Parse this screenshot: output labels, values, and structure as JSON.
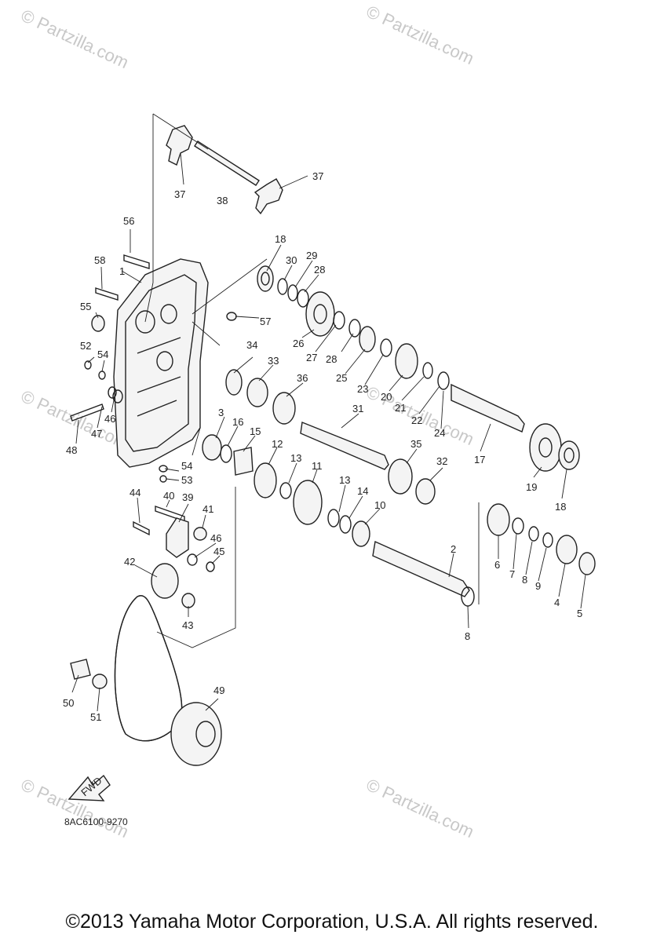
{
  "watermark": "© Partzilla.com",
  "figure_code": "8AC6100-9270",
  "fwd_label": "FWD",
  "copyright": "©2013 Yamaha Motor Corporation, U.S.A. All rights reserved.",
  "callouts": [
    {
      "id": "c1",
      "label": "1"
    },
    {
      "id": "c2",
      "label": "2"
    },
    {
      "id": "c3",
      "label": "3"
    },
    {
      "id": "c4",
      "label": "4"
    },
    {
      "id": "c5",
      "label": "5"
    },
    {
      "id": "c6",
      "label": "6"
    },
    {
      "id": "c7",
      "label": "7"
    },
    {
      "id": "c8a",
      "label": "8"
    },
    {
      "id": "c8b",
      "label": "8"
    },
    {
      "id": "c9",
      "label": "9"
    },
    {
      "id": "c10",
      "label": "10"
    },
    {
      "id": "c11",
      "label": "11"
    },
    {
      "id": "c12",
      "label": "12"
    },
    {
      "id": "c13a",
      "label": "13"
    },
    {
      "id": "c13b",
      "label": "13"
    },
    {
      "id": "c14",
      "label": "14"
    },
    {
      "id": "c15",
      "label": "15"
    },
    {
      "id": "c16",
      "label": "16"
    },
    {
      "id": "c17",
      "label": "17"
    },
    {
      "id": "c18a",
      "label": "18"
    },
    {
      "id": "c18b",
      "label": "18"
    },
    {
      "id": "c19",
      "label": "19"
    },
    {
      "id": "c20",
      "label": "20"
    },
    {
      "id": "c21",
      "label": "21"
    },
    {
      "id": "c22",
      "label": "22"
    },
    {
      "id": "c23",
      "label": "23"
    },
    {
      "id": "c24",
      "label": "24"
    },
    {
      "id": "c25",
      "label": "25"
    },
    {
      "id": "c26",
      "label": "26"
    },
    {
      "id": "c27",
      "label": "27"
    },
    {
      "id": "c28a",
      "label": "28"
    },
    {
      "id": "c28b",
      "label": "28"
    },
    {
      "id": "c29",
      "label": "29"
    },
    {
      "id": "c30",
      "label": "30"
    },
    {
      "id": "c31",
      "label": "31"
    },
    {
      "id": "c32",
      "label": "32"
    },
    {
      "id": "c33",
      "label": "33"
    },
    {
      "id": "c34",
      "label": "34"
    },
    {
      "id": "c35",
      "label": "35"
    },
    {
      "id": "c36",
      "label": "36"
    },
    {
      "id": "c37a",
      "label": "37"
    },
    {
      "id": "c37b",
      "label": "37"
    },
    {
      "id": "c38",
      "label": "38"
    },
    {
      "id": "c39",
      "label": "39"
    },
    {
      "id": "c40",
      "label": "40"
    },
    {
      "id": "c41",
      "label": "41"
    },
    {
      "id": "c42",
      "label": "42"
    },
    {
      "id": "c43",
      "label": "43"
    },
    {
      "id": "c44",
      "label": "44"
    },
    {
      "id": "c45",
      "label": "45"
    },
    {
      "id": "c46a",
      "label": "46"
    },
    {
      "id": "c46b",
      "label": "46"
    },
    {
      "id": "c47",
      "label": "47"
    },
    {
      "id": "c48",
      "label": "48"
    },
    {
      "id": "c49",
      "label": "49"
    },
    {
      "id": "c50",
      "label": "50"
    },
    {
      "id": "c51",
      "label": "51"
    },
    {
      "id": "c52",
      "label": "52"
    },
    {
      "id": "c53",
      "label": "53"
    },
    {
      "id": "c54a",
      "label": "54"
    },
    {
      "id": "c54b",
      "label": "54"
    },
    {
      "id": "c55",
      "label": "55"
    },
    {
      "id": "c56",
      "label": "56"
    },
    {
      "id": "c57",
      "label": "57"
    },
    {
      "id": "c58",
      "label": "58"
    }
  ]
}
